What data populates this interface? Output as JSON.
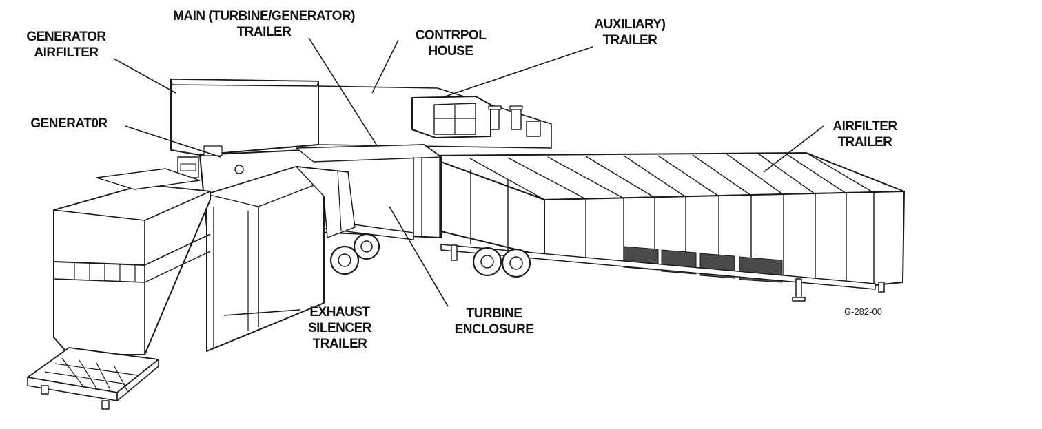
{
  "labels": {
    "generator_airfilter": [
      "GENERATOR",
      "AIRFILTER"
    ],
    "main_trailer": [
      "MAIN (TURBINE/GENERATOR)",
      "TRAILER"
    ],
    "control_house": [
      "CONTRPOL",
      "HOUSE"
    ],
    "auxiliary_trailer": [
      "AUXILIARY)",
      "TRAILER"
    ],
    "generator": [
      "GENERAT0R"
    ],
    "airfilter_trailer": [
      "AIRFILTER",
      "TRAILER"
    ],
    "exhaust_silencer_trailer": [
      "EXHAUST",
      "SILENCER",
      "TRAILER"
    ],
    "turbine_enclosure": [
      "TURBINE",
      "ENCLOSURE"
    ]
  },
  "figure_code": "G-282-00",
  "colors": {
    "stroke": "#1a1a1a",
    "fill": "#ffffff",
    "grille": "#4a4a4a"
  }
}
